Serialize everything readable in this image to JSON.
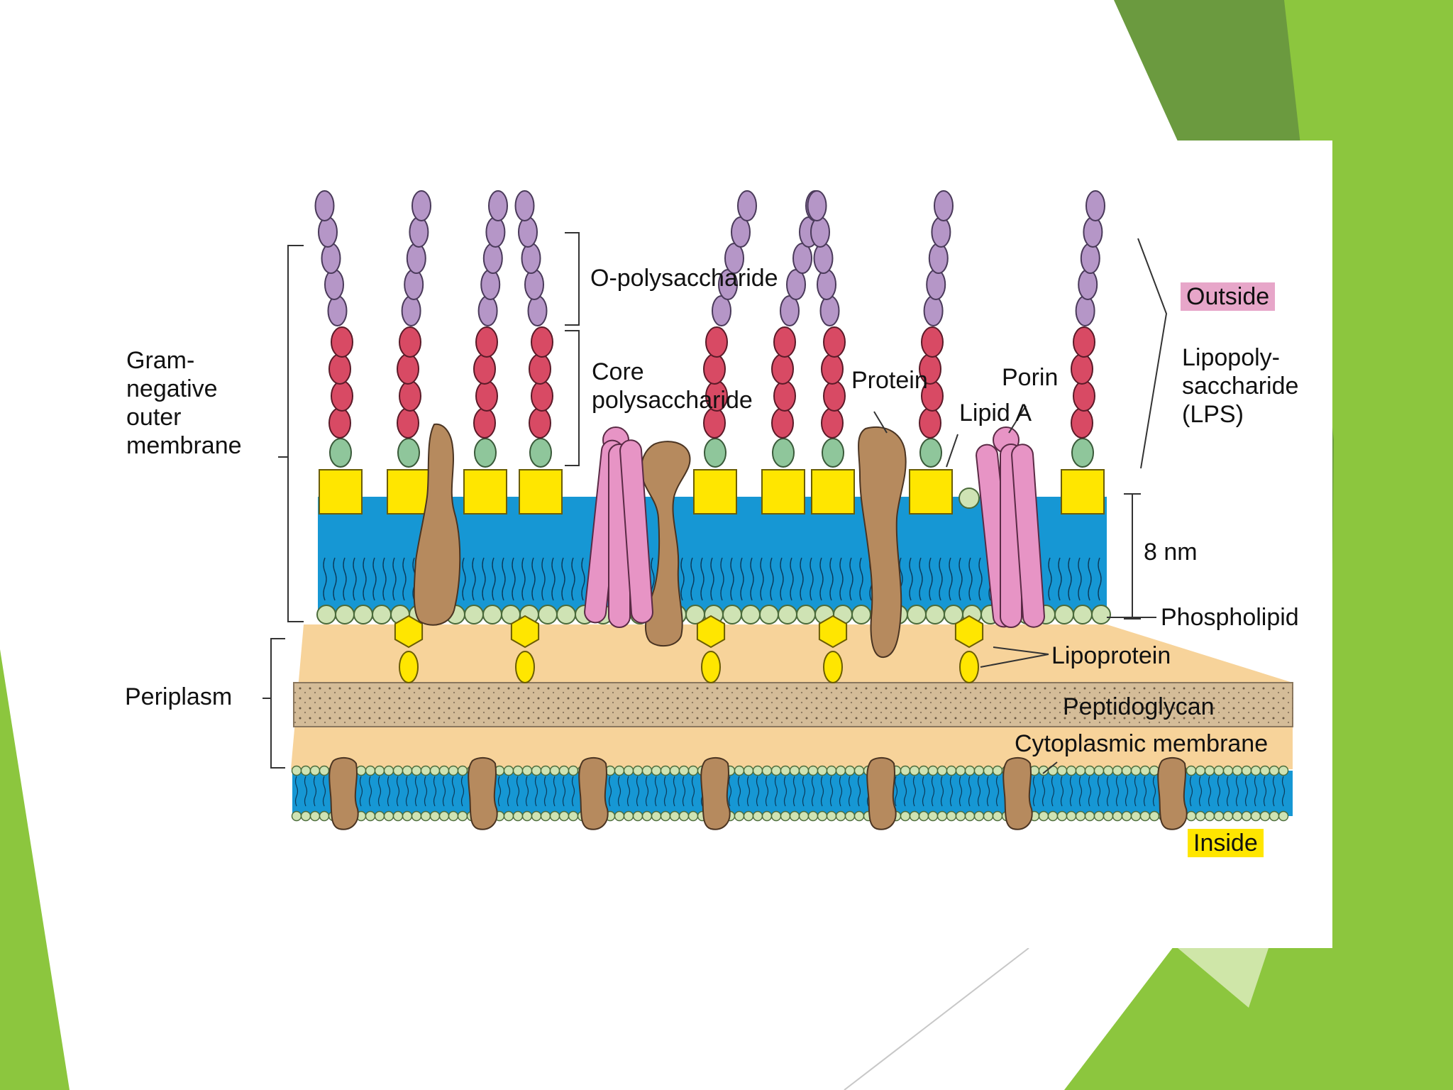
{
  "diagram": {
    "labels": {
      "o_polysaccharide": "O-polysaccharide",
      "core_polysaccharide": "Core\npolysaccharide",
      "protein": "Protein",
      "porin": "Porin",
      "lipid_a": "Lipid A",
      "outside": "Outside",
      "lps": "Lipopoly-\nsaccharide\n(LPS)",
      "gram_negative": "Gram-\nnegative\nouter\nmembrane",
      "thickness": "8 nm",
      "phospholipid": "Phospholipid",
      "lipoprotein": "Lipoprotein",
      "periplasm": "Periplasm",
      "peptidoglycan": "Peptidoglycan",
      "cytoplasmic_membrane": "Cytoplasmic membrane",
      "inside": "Inside"
    },
    "colors": {
      "membrane_blue": "#1697d4",
      "head_green": "#cfe3b4",
      "lipid_a_yellow": "#ffe600",
      "o_chain_purple": "#b596c7",
      "core_red": "#d84a64",
      "core_base_green": "#8fc69b",
      "protein_brown": "#b68a5e",
      "porin_pink": "#e794c5",
      "periplasm_tan": "#f7d39a",
      "peptidoglycan": "#d4bc98",
      "outside_tag": "#e7a6c9",
      "inside_tag": "#ffe600",
      "slide_green_light": "#8cc63e",
      "slide_green_dark": "#6b9a3f"
    }
  }
}
